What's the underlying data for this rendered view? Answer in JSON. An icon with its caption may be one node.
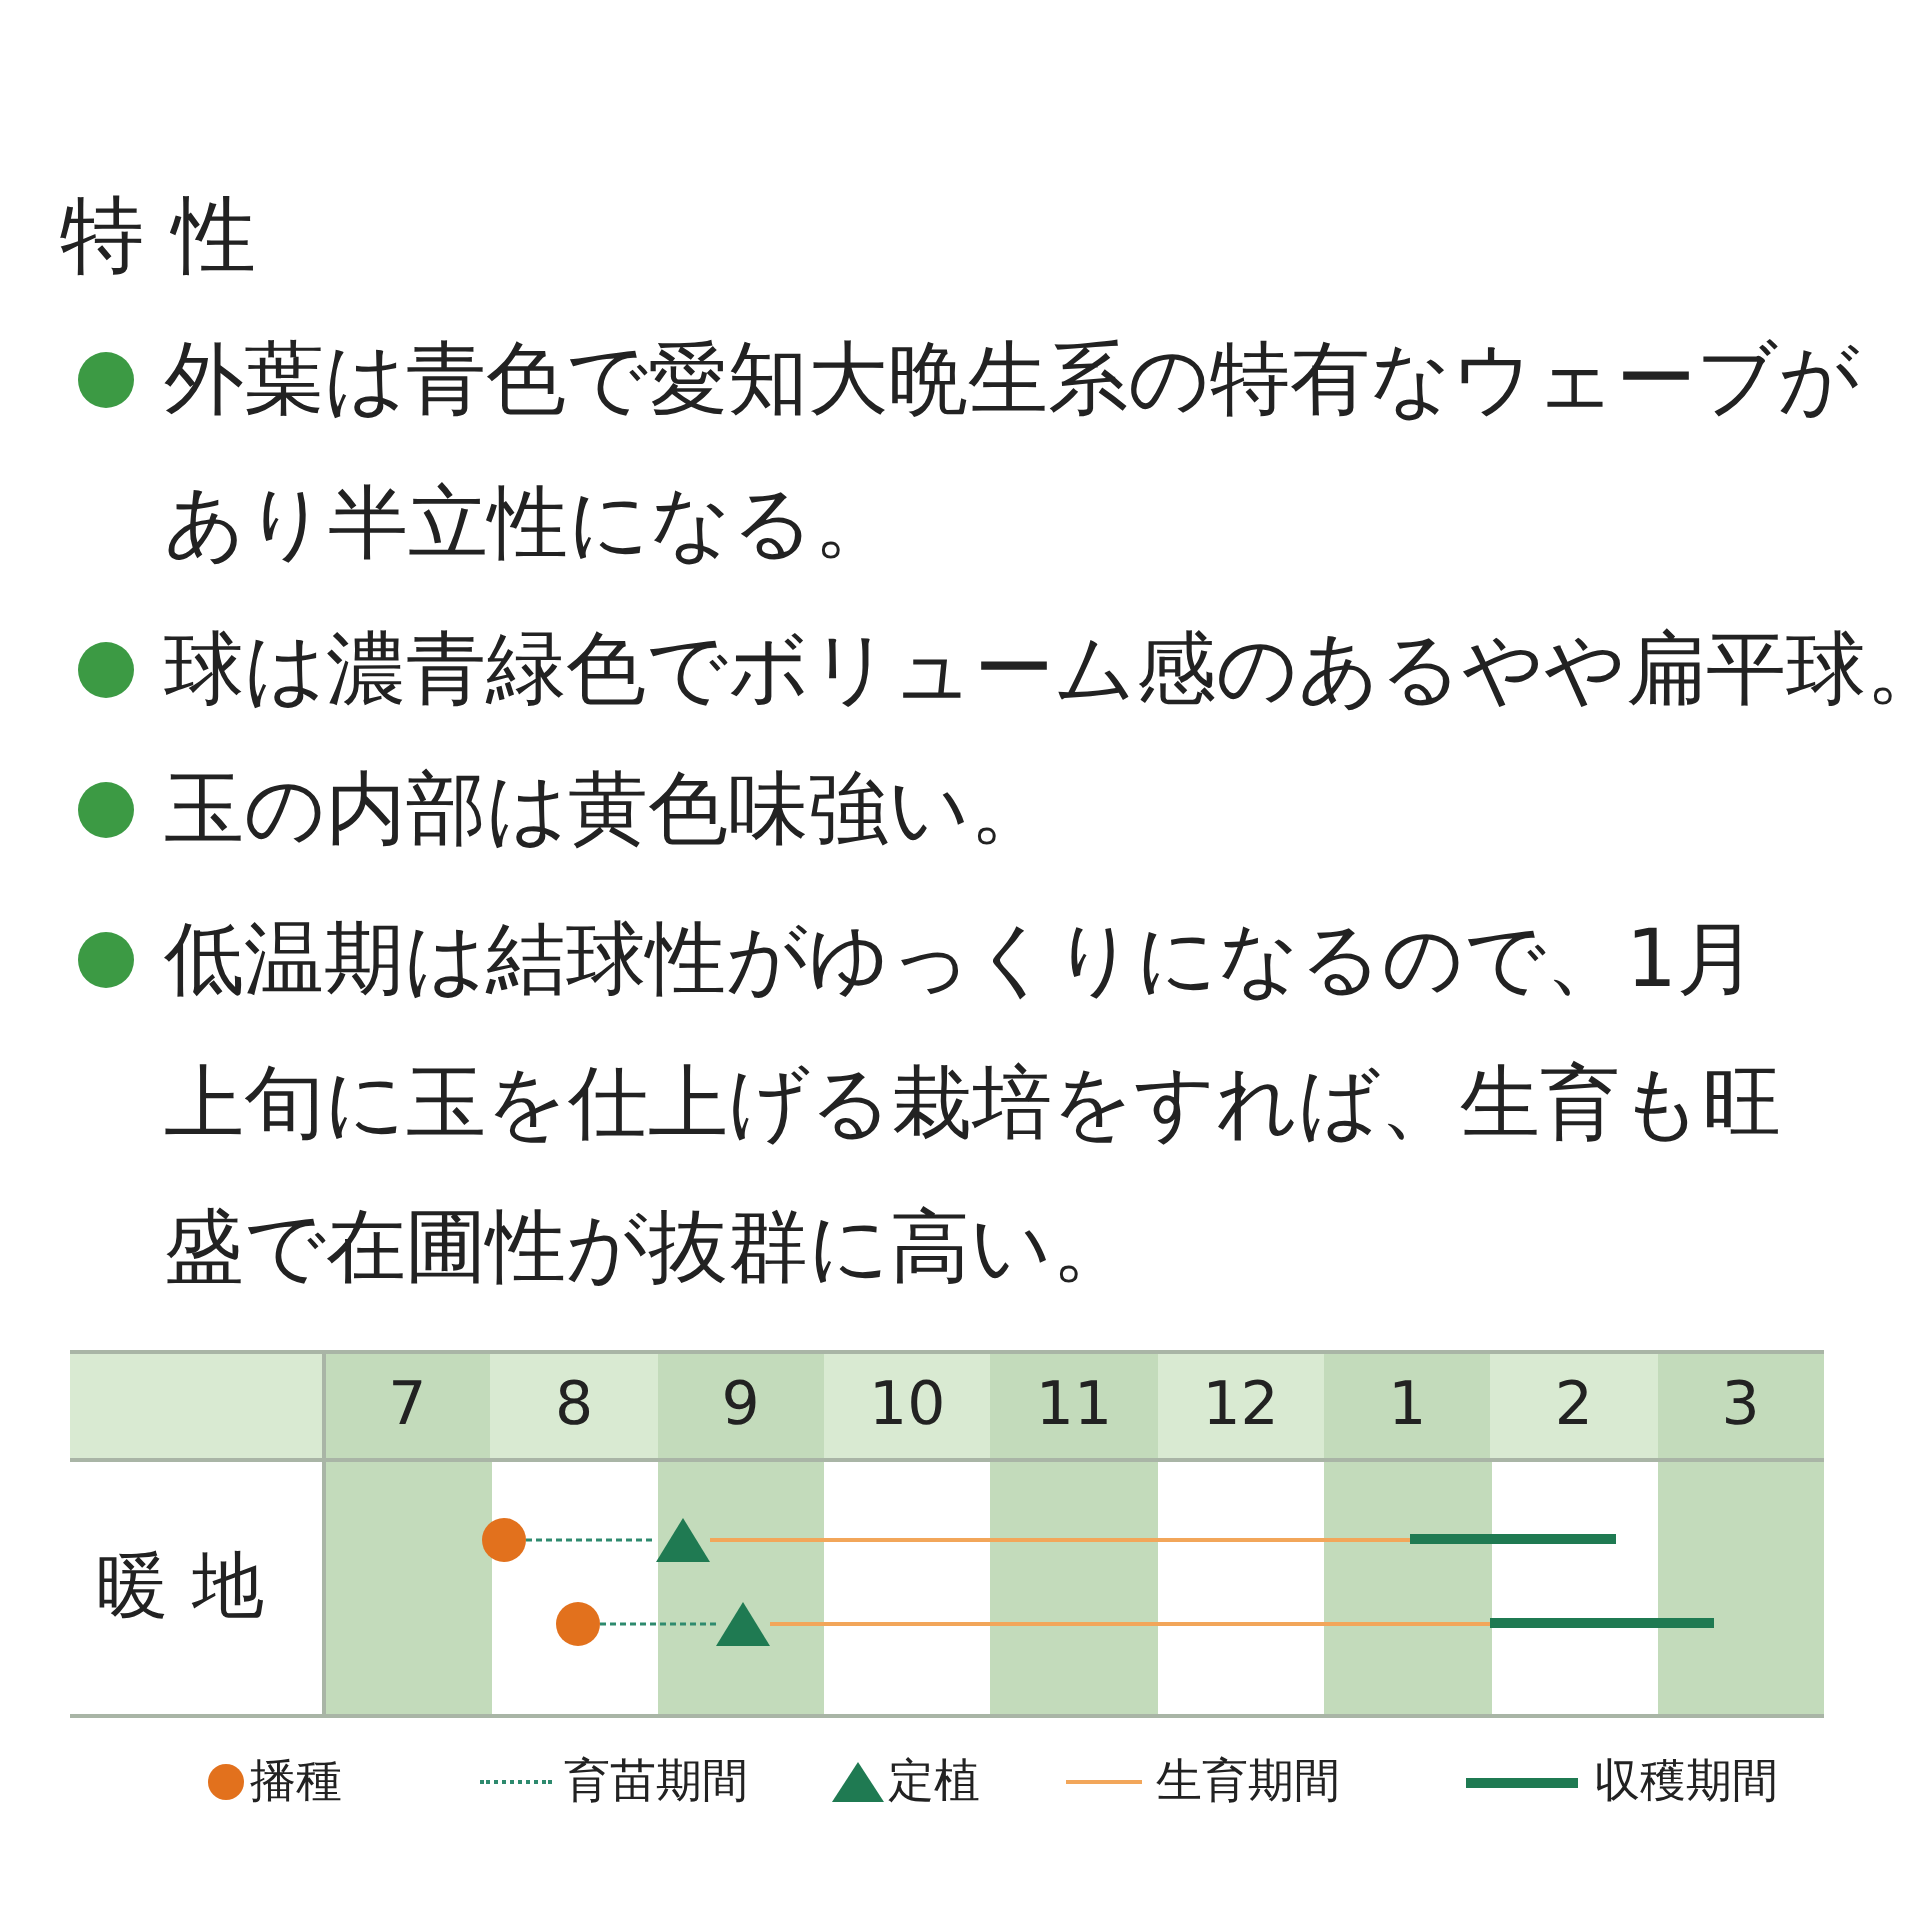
{
  "diagram": {
    "title": "特性",
    "nodes": [
      {
        "text": [],
        "shape": "circle"
      },
      {
        "text": [],
        "shape": "triangle"
      },
      {
        "text": [],
        "shape": "bar"
      },
      {
        "text": [],
        "shape": "circle"
      },
      {
        "text": [],
        "shape": "triangle"
      },
      {
        "text": [],
        "shape": "bar"
      }
    ],
    "edges": [
      {
        "from": 0,
        "to": 1,
        "arrow": "none",
        "style": "dashed",
        "color": "#2e8a6e"
      },
      {
        "from": 1,
        "to": 2,
        "arrow": "none",
        "color": "#f2a65a"
      },
      {
        "from": 3,
        "to": 4,
        "arrow": "none",
        "style": "dashed",
        "color": "#2e8a6e"
      },
      {
        "from": 4,
        "to": 5,
        "arrow": "none",
        "color": "#f2a65a"
      }
    ],
    "labels": [
      "外葉は青色で愛知大晩生系の特有なウェーブがあり半立性になる。",
      "球は濃青緑色でボリューム感のあるやや扁平球。",
      "玉の内部は黄色味強い。",
      "低温期は結球性がゆっくりになるので、1月上旬に玉を仕上げる栽培をすれば、生育も旺盛で在圃性が抜群に高い。",
      "7",
      "8",
      "9",
      "10",
      "11",
      "12",
      "1",
      "2",
      "3",
      "暖地"
    ],
    "legend": [
      {
        "text": "播種"
      },
      {
        "text": "育苗期間"
      },
      {
        "text": "定植"
      },
      {
        "text": "生育期間"
      },
      {
        "text": "収穫期間"
      }
    ]
  }
}
